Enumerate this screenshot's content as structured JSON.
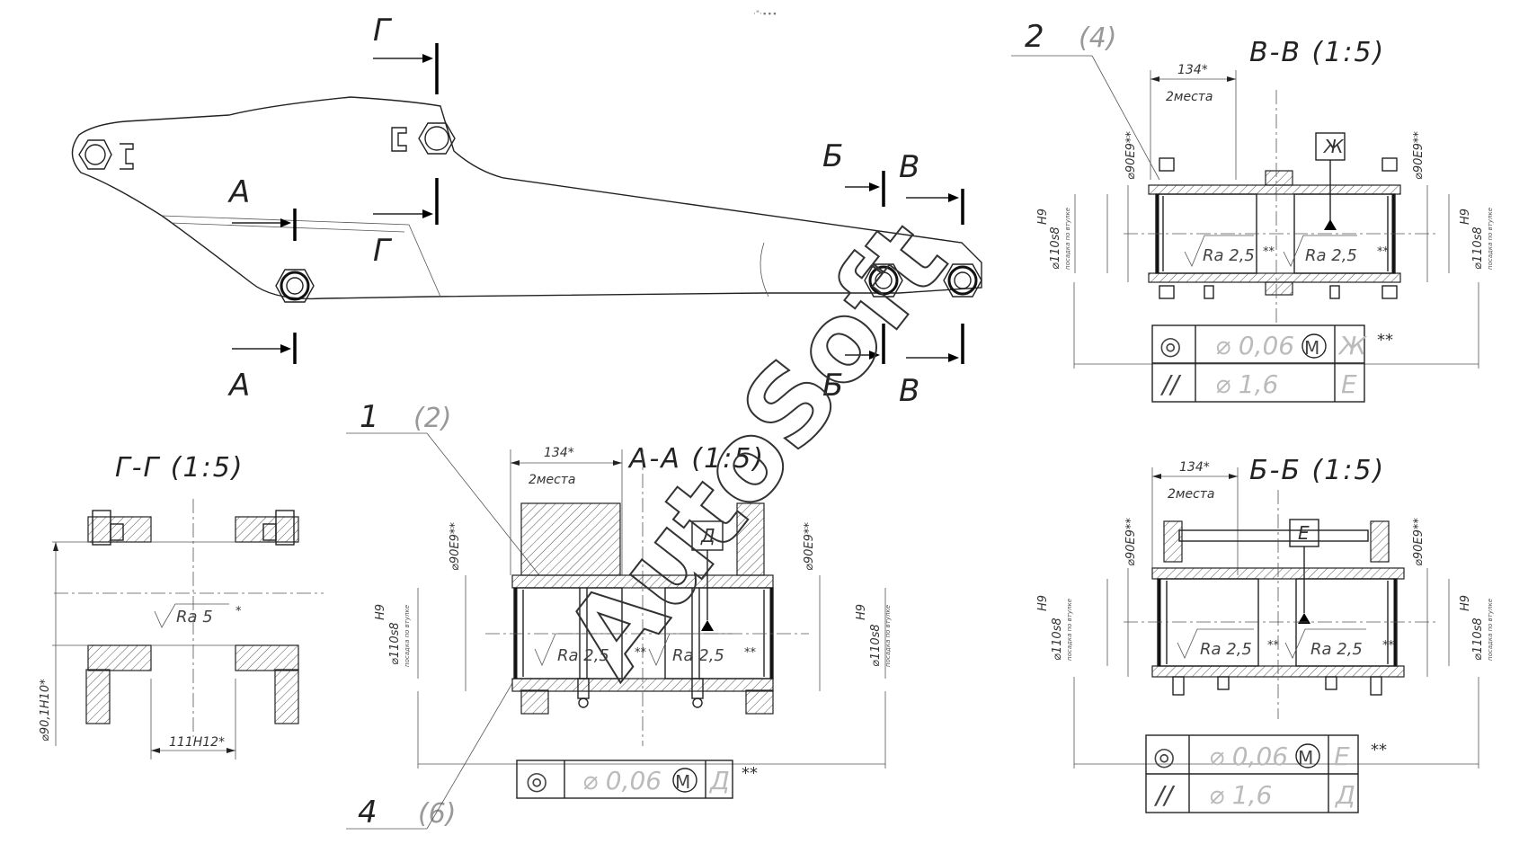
{
  "header": {
    "small_mark": "·\"·∙∙∙"
  },
  "main_view": {
    "cut_labels": {
      "a_top": "А",
      "a_bottom": "А",
      "g_top": "Г",
      "g_mid": "Г",
      "b_top": "Б",
      "b_bottom": "Б",
      "v_top": "В",
      "v_bottom": "В"
    }
  },
  "section_vv": {
    "title": "В-В (1:5)",
    "callout_num": "2",
    "callout_alt": "(4)",
    "dim_width": "134*",
    "dim_places": "2места",
    "datum": "Ж",
    "dia_left": "⌀90E9**",
    "dia_right": "⌀90E9**",
    "fit_left": "H9",
    "dia_outer_left": "⌀110s8",
    "fit_note_left": "посадка по втулке",
    "fit_right": "H9",
    "dia_outer_right": "⌀110s8",
    "fit_note_right": "посадка по втулке",
    "ra_left": "Ra 2,5",
    "ra_right": "Ra 2,5",
    "stars": "**",
    "tol_row1": {
      "symbol": "◎",
      "value": "⌀ 0,06",
      "modifier": "M",
      "datum": "Ж",
      "note": "**"
    },
    "tol_row2": {
      "symbol": "//",
      "value": "⌀ 1,6",
      "datum": "Е"
    }
  },
  "section_gg": {
    "title": "Г-Г (1:5)",
    "ra": "Ra 5",
    "star": "*",
    "dia": "⌀90,1H10*",
    "width": "111H12*"
  },
  "section_aa": {
    "title": "А-А (1:5)",
    "callout_num_top": "1",
    "callout_alt_top": "(2)",
    "callout_num_bottom": "4",
    "callout_alt_bottom": "(6)",
    "dim_width": "134*",
    "dim_places": "2места",
    "datum": "Д",
    "dia_left": "⌀90E9**",
    "dia_right": "⌀90E9**",
    "fit_left": "H9",
    "dia_outer_left": "⌀110s8",
    "fit_note_left": "посадка по втулке",
    "fit_right": "H9",
    "dia_outer_right": "⌀110s8",
    "fit_note_right": "посадка по втулке",
    "ra_left": "Ra 2,5",
    "ra_right": "Ra 2,5",
    "stars": "**",
    "tol_row1": {
      "symbol": "◎",
      "value": "⌀ 0,06",
      "modifier": "M",
      "datum": "Д",
      "note": "**"
    }
  },
  "section_bb": {
    "title": "Б-Б (1:5)",
    "dim_width": "134*",
    "dim_places": "2места",
    "datum": "Е",
    "dia_left": "⌀90E9**",
    "dia_right": "⌀90E9**",
    "fit_left": "H9",
    "dia_outer_left": "⌀110s8",
    "fit_note_left": "посадка по втулке",
    "fit_right": "H9",
    "dia_outer_right": "⌀110s8",
    "fit_note_right": "посадка по втулке",
    "ra_left": "Ra 2,5",
    "ra_right": "Ra 2,5",
    "stars": "**",
    "tol_row1": {
      "symbol": "◎",
      "value": "⌀ 0,06",
      "modifier": "M",
      "datum": "Е",
      "note": "**"
    },
    "tol_row2": {
      "symbol": "//",
      "value": "⌀ 1,6",
      "datum": "Д"
    }
  },
  "watermark": "AutoSoft"
}
